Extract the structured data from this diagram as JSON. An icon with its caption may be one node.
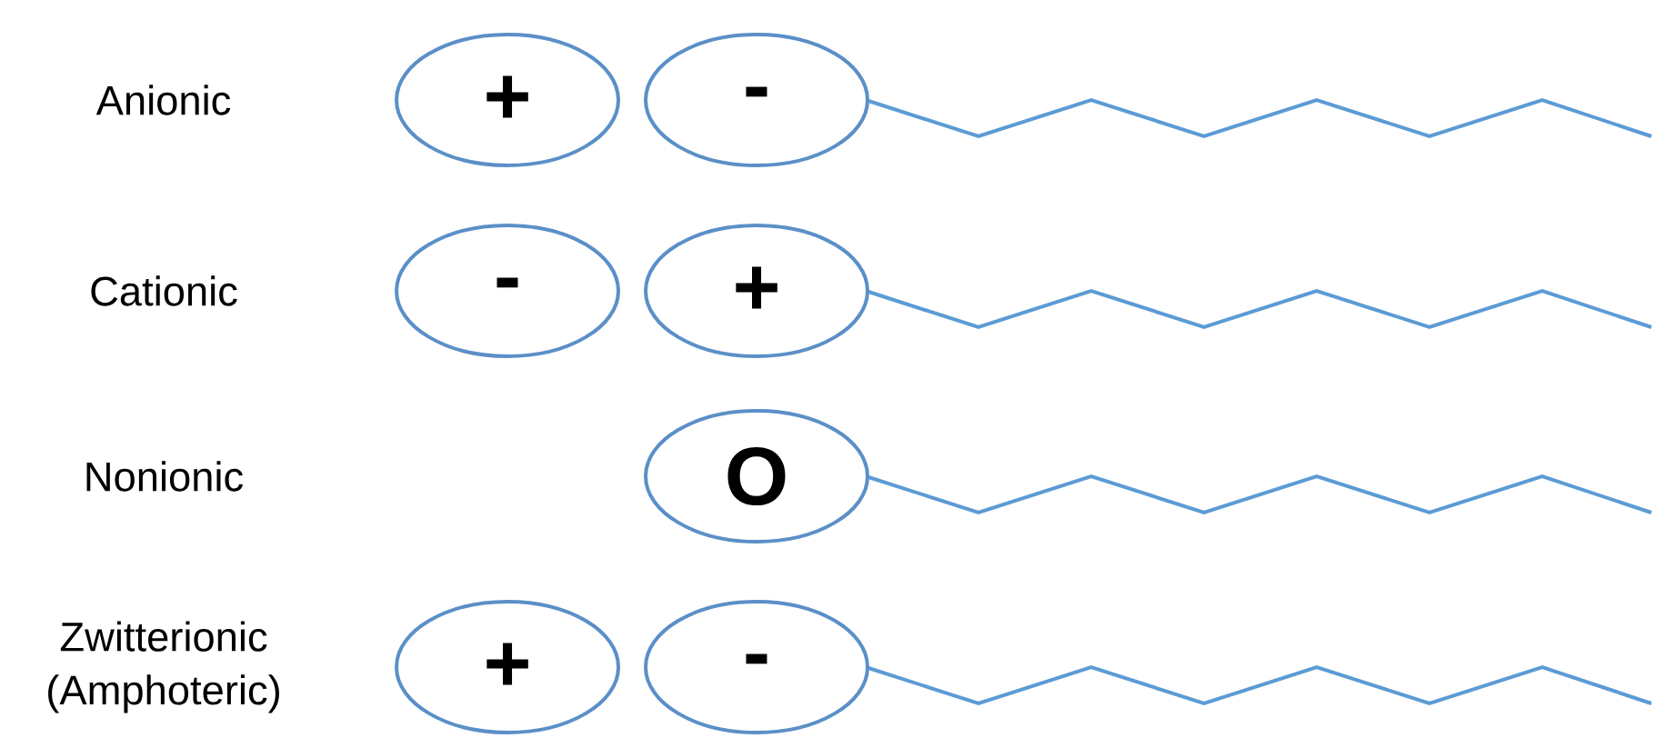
{
  "diagram": {
    "nodes": [
      {
        "text": [
          "+"
        ]
      },
      {
        "text": [
          "-"
        ]
      },
      {
        "text": [
          "-"
        ]
      },
      {
        "text": [
          "+"
        ]
      },
      {
        "text": [
          "O"
        ]
      },
      {
        "text": [
          "+"
        ]
      },
      {
        "text": [
          "-"
        ]
      }
    ],
    "labels": [
      "Anionic",
      "Cationic",
      "Nonionic",
      "Zwitterionic (Amphoteric)"
    ]
  }
}
